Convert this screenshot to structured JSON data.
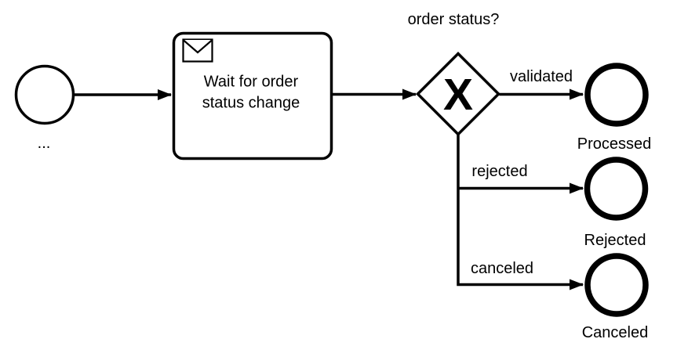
{
  "colors": {
    "background": "#ffffff",
    "stroke": "#000000",
    "shape_fill": "#ffffff"
  },
  "nodes": {
    "start_event": {
      "type": "start-event",
      "label": "..."
    },
    "receive_task": {
      "type": "message-task",
      "icon": "envelope-icon",
      "label_lines": [
        "Wait for order",
        "status change"
      ]
    },
    "gateway": {
      "type": "exclusive-gateway",
      "marker": "X",
      "label": "order status?"
    },
    "end_event_processed": {
      "type": "end-event",
      "label": "Processed"
    },
    "end_event_rejected": {
      "type": "end-event",
      "label": "Rejected"
    },
    "end_event_canceled": {
      "type": "end-event",
      "label": "Canceled"
    }
  },
  "flows": {
    "start_to_task": {
      "label": ""
    },
    "task_to_gateway": {
      "label": ""
    },
    "validated": {
      "label": "validated"
    },
    "rejected": {
      "label": "rejected"
    },
    "canceled": {
      "label": "canceled"
    }
  }
}
